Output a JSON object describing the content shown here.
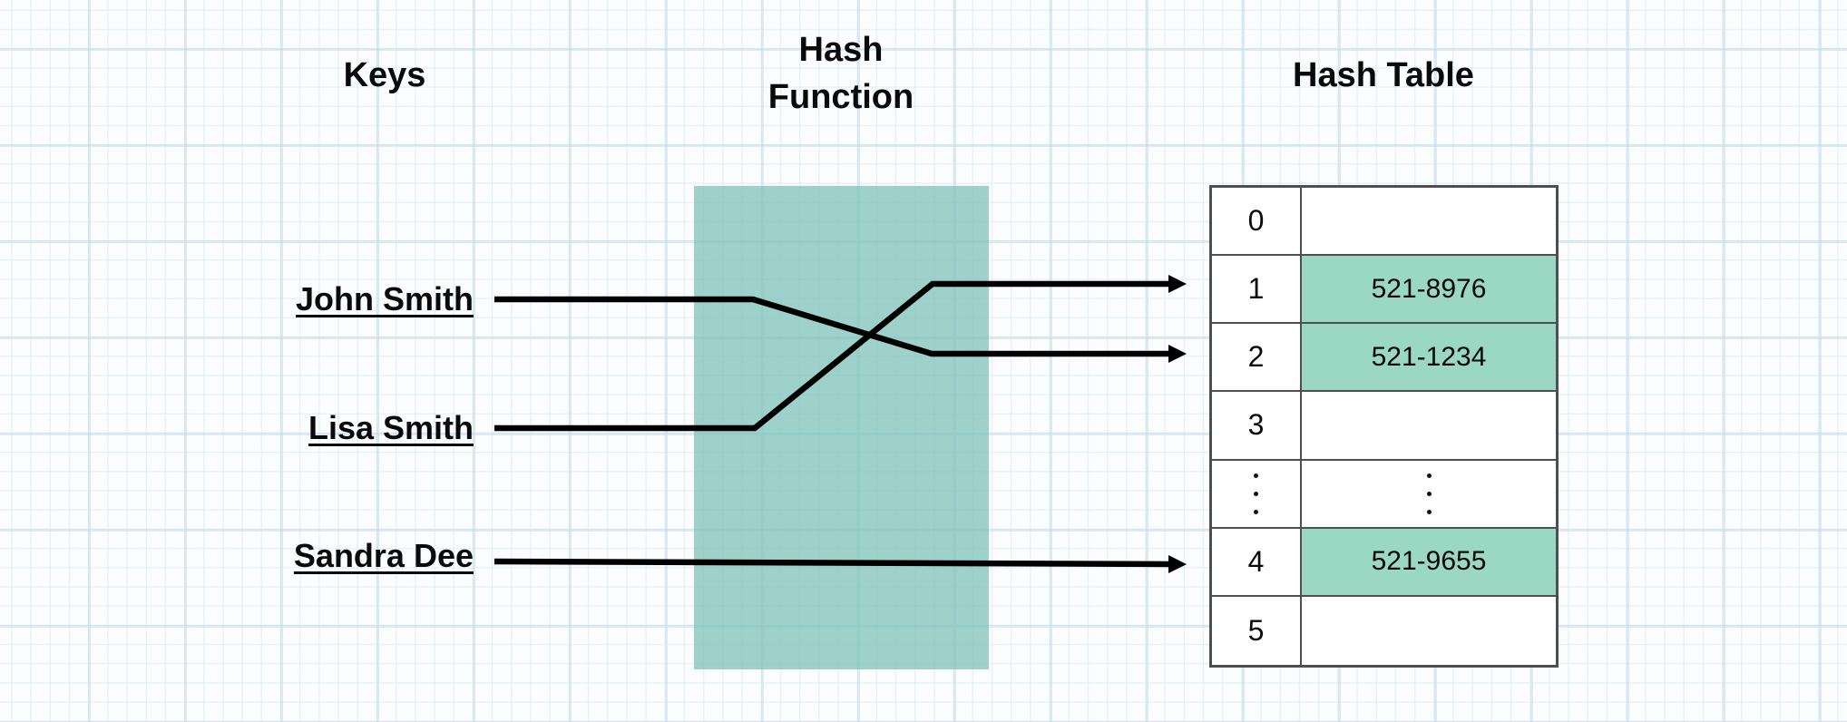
{
  "diagram": {
    "titles": {
      "keys": "Keys",
      "hash_function": "Hash Function",
      "hash_table": "Hash Table"
    },
    "keys": [
      {
        "label": "John Smith"
      },
      {
        "label": "Lisa Smith"
      },
      {
        "label": "Sandra Dee"
      }
    ],
    "hash_table": {
      "rows": [
        {
          "index": "0",
          "value": "",
          "highlighted": false
        },
        {
          "index": "1",
          "value": "521-8976",
          "highlighted": true
        },
        {
          "index": "2",
          "value": "521-1234",
          "highlighted": true
        },
        {
          "index": "3",
          "value": "",
          "highlighted": false
        },
        {
          "index": "⋮",
          "value": "⋮",
          "highlighted": false,
          "is_ellipsis": true
        },
        {
          "index": "4",
          "value": "521-9655",
          "highlighted": true
        },
        {
          "index": "5",
          "value": "",
          "highlighted": false
        }
      ]
    },
    "mappings": [
      {
        "key": "John Smith",
        "slot": "2",
        "value": "521-1234"
      },
      {
        "key": "Lisa Smith",
        "slot": "1",
        "value": "521-8976"
      },
      {
        "key": "Sandra Dee",
        "slot": "4",
        "value": "521-9655"
      }
    ],
    "colors": {
      "function_box": "#a9d6d0",
      "occupied_cell": "#9ad8c3",
      "table_border": "#4f4f4f",
      "arrow": "#000000",
      "text": "#0a0a0a",
      "grid_minor": "#e7f0f6",
      "grid_major": "#dcebf3",
      "background": "#fcfdfe"
    }
  }
}
